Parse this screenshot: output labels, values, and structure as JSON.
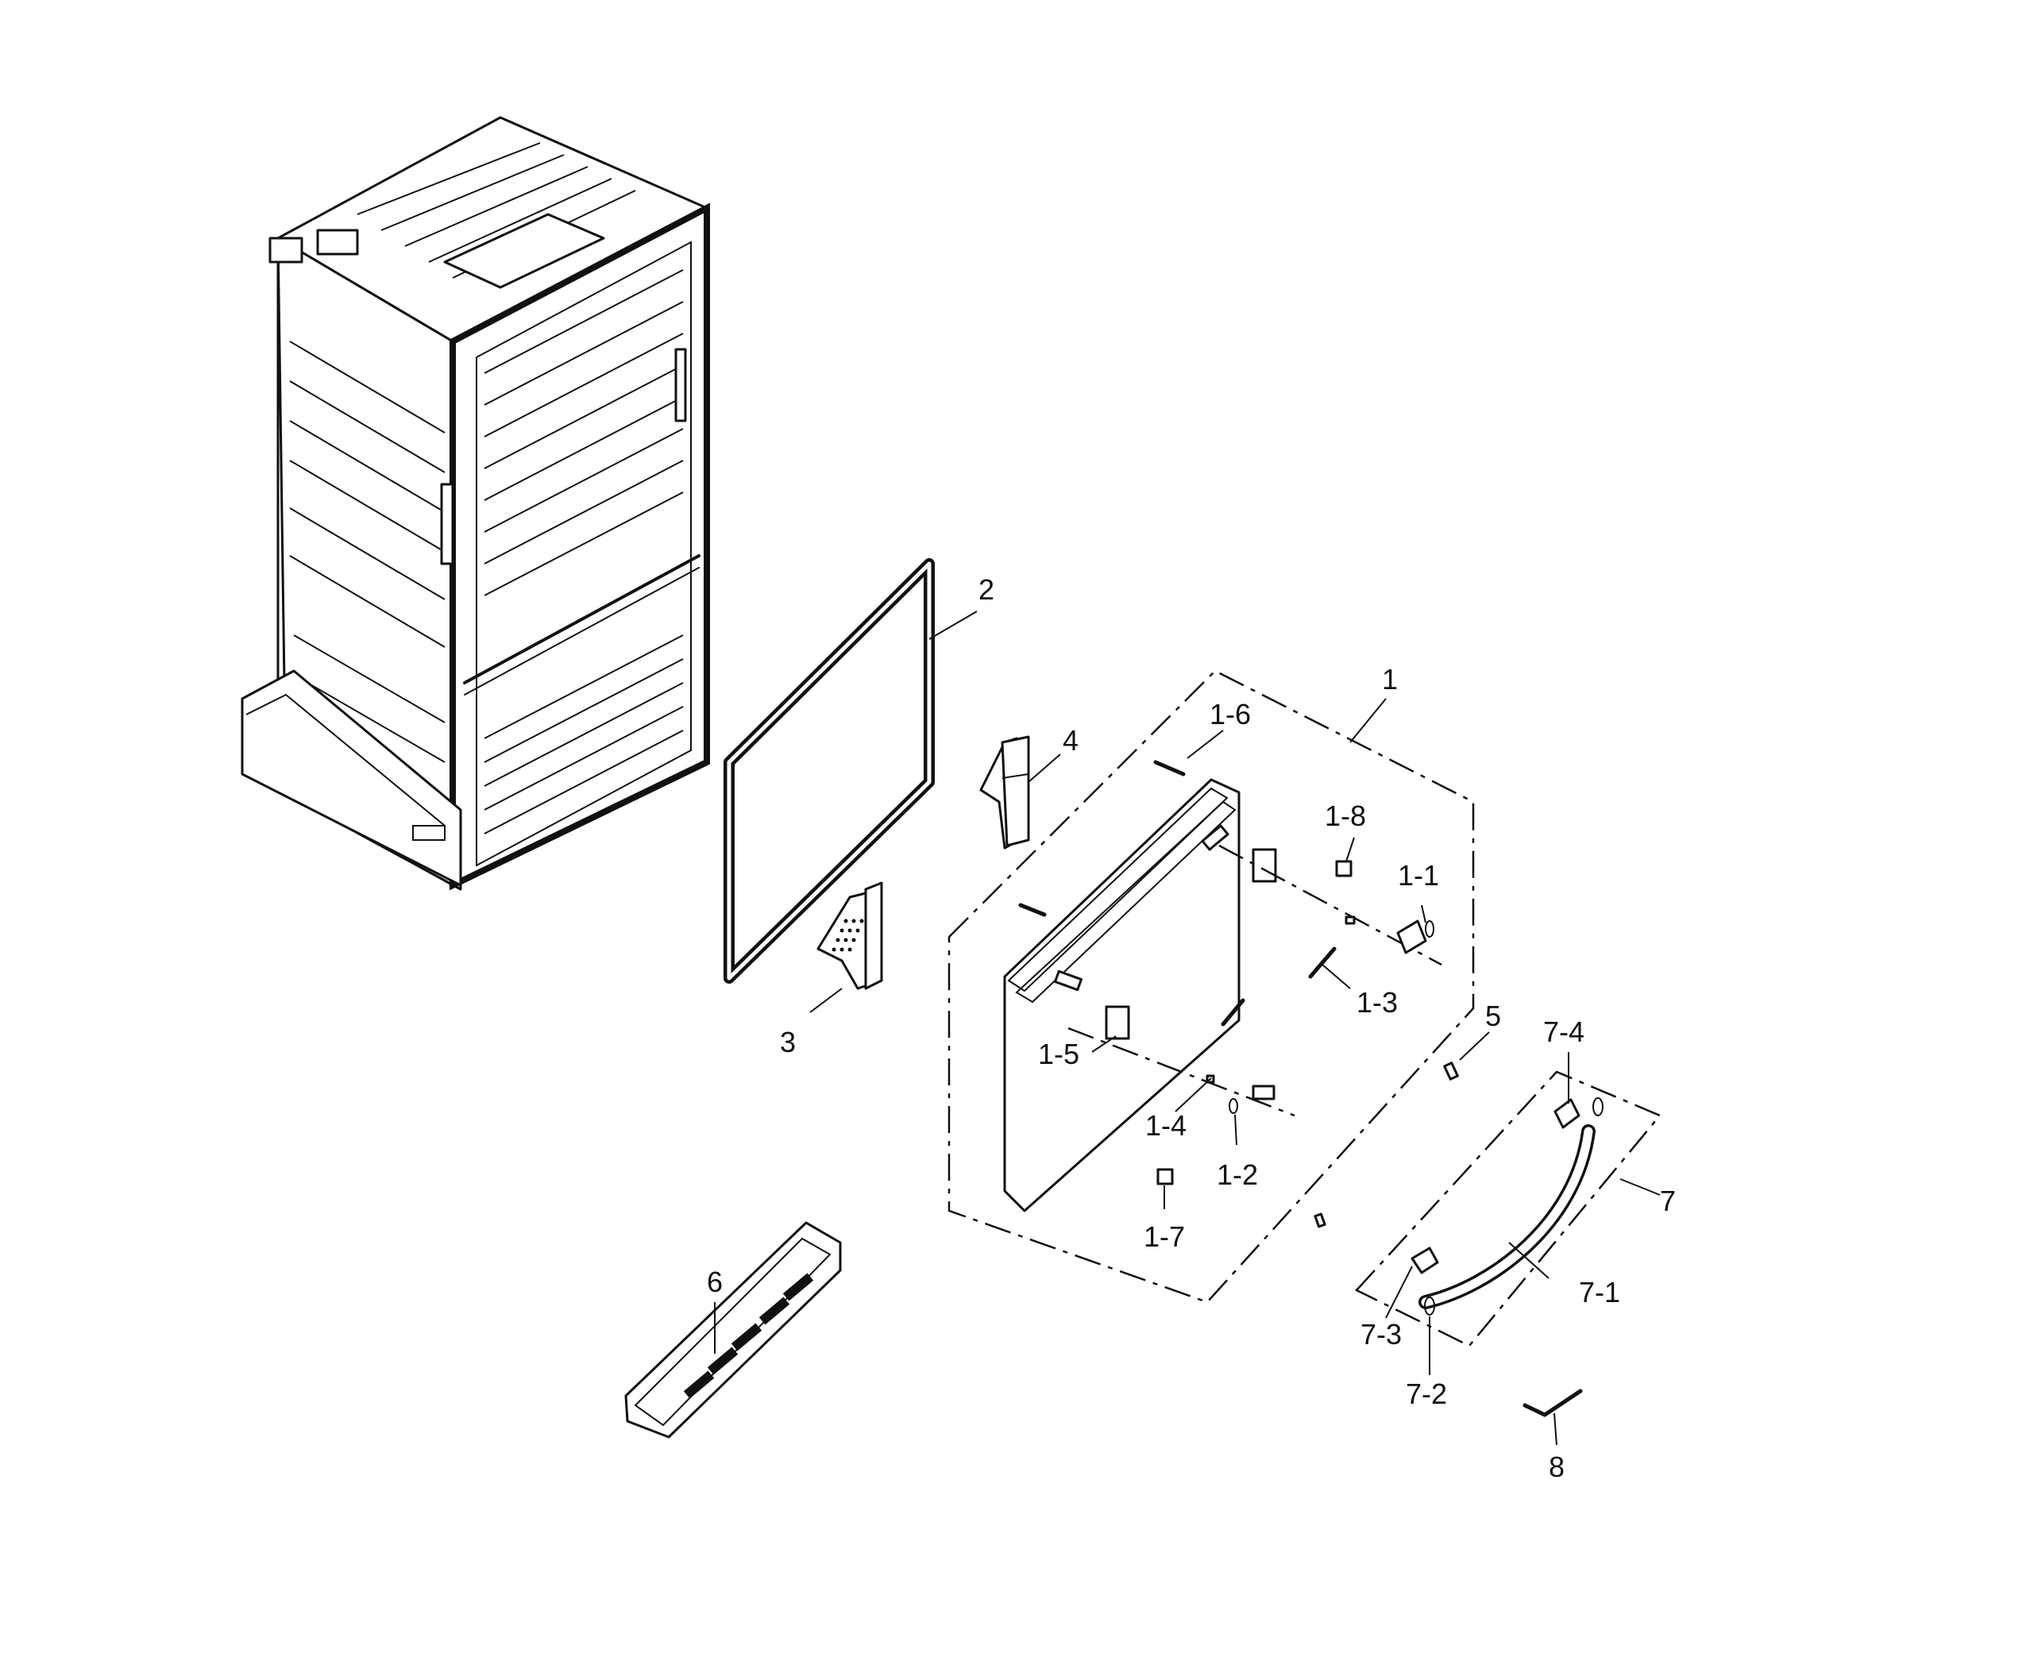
{
  "labels": {
    "p1": "1",
    "p1_1": "1-1",
    "p1_2": "1-2",
    "p1_3": "1-3",
    "p1_4": "1-4",
    "p1_5": "1-5",
    "p1_6": "1-6",
    "p1_7": "1-7",
    "p1_8": "1-8",
    "p2": "2",
    "p3": "3",
    "p4": "4",
    "p5": "5",
    "p6": "6",
    "p7": "7",
    "p7_1": "7-1",
    "p7_2": "7-2",
    "p7_3": "7-3",
    "p7_4": "7-4",
    "p8": "8"
  }
}
